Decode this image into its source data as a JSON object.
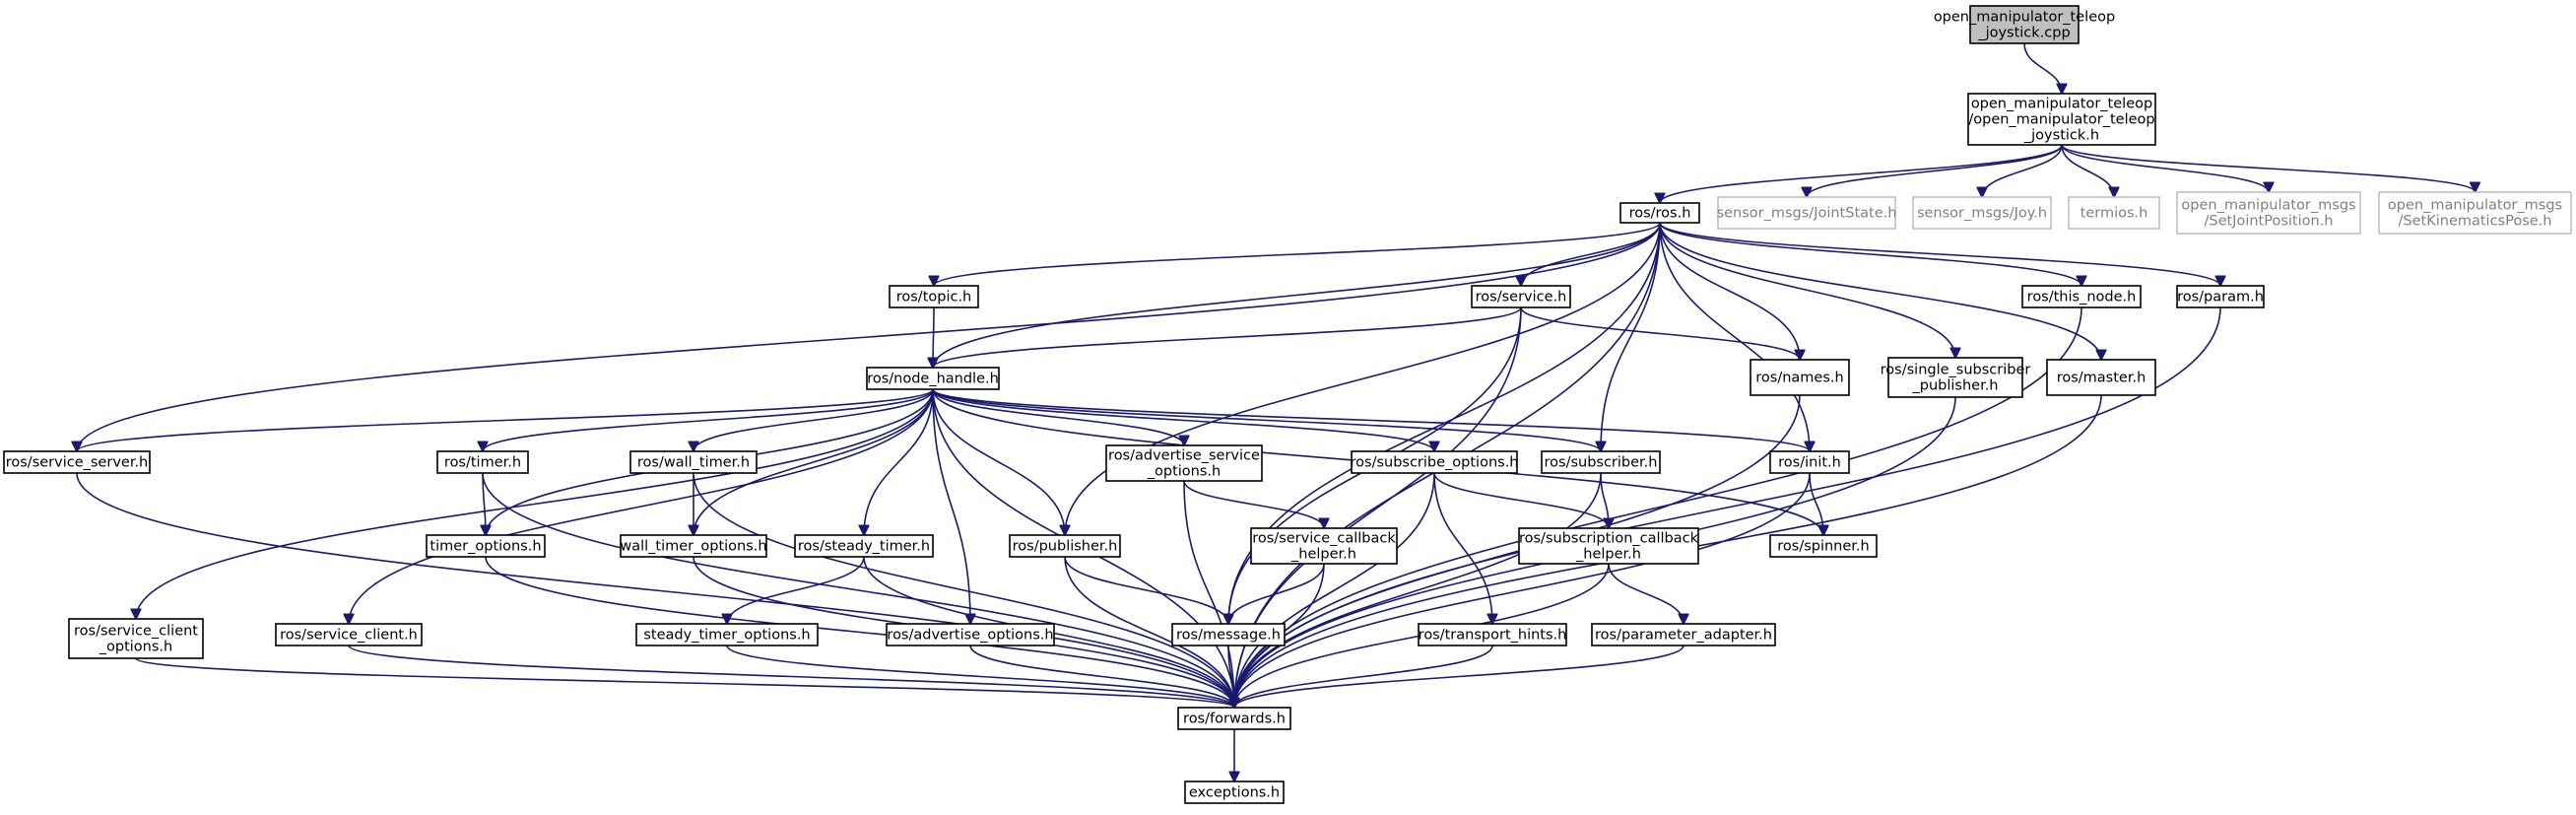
{
  "diagram": {
    "type": "include-dependency-graph",
    "colors": {
      "edge": "#191970",
      "node_border": "#000000",
      "external_border": "#bfbfbf",
      "root_fill": "#bfbfbf",
      "external_text": "#808080"
    },
    "nodes": [
      {
        "id": "root",
        "lines": [
          "open_manipulator_teleop",
          "_joystick.cpp"
        ],
        "kind": "root"
      },
      {
        "id": "joyh",
        "lines": [
          "open_manipulator_teleop",
          "/open_manipulator_teleop",
          "_joystick.h"
        ],
        "kind": "normal"
      },
      {
        "id": "rosh",
        "lines": [
          "ros/ros.h"
        ],
        "kind": "normal"
      },
      {
        "id": "jointstate",
        "lines": [
          "sensor_msgs/JointState.h"
        ],
        "kind": "external"
      },
      {
        "id": "joy",
        "lines": [
          "sensor_msgs/Joy.h"
        ],
        "kind": "external"
      },
      {
        "id": "termios",
        "lines": [
          "termios.h"
        ],
        "kind": "external"
      },
      {
        "id": "setjoint",
        "lines": [
          "open_manipulator_msgs",
          "/SetJointPosition.h"
        ],
        "kind": "external"
      },
      {
        "id": "setkin",
        "lines": [
          "open_manipulator_msgs",
          "/SetKinematicsPose.h"
        ],
        "kind": "external"
      },
      {
        "id": "topic",
        "lines": [
          "ros/topic.h"
        ],
        "kind": "normal"
      },
      {
        "id": "service",
        "lines": [
          "ros/service.h"
        ],
        "kind": "normal"
      },
      {
        "id": "thisnode",
        "lines": [
          "ros/this_node.h"
        ],
        "kind": "normal"
      },
      {
        "id": "param",
        "lines": [
          "ros/param.h"
        ],
        "kind": "normal"
      },
      {
        "id": "nodehandle",
        "lines": [
          "ros/node_handle.h"
        ],
        "kind": "normal"
      },
      {
        "id": "names",
        "lines": [
          "ros/names.h"
        ],
        "kind": "normal"
      },
      {
        "id": "ssp",
        "lines": [
          "ros/single_subscriber",
          "_publisher.h"
        ],
        "kind": "normal"
      },
      {
        "id": "master",
        "lines": [
          "ros/master.h"
        ],
        "kind": "normal"
      },
      {
        "id": "servserver",
        "lines": [
          "ros/service_server.h"
        ],
        "kind": "normal"
      },
      {
        "id": "timer",
        "lines": [
          "ros/timer.h"
        ],
        "kind": "normal"
      },
      {
        "id": "walltimer",
        "lines": [
          "ros/wall_timer.h"
        ],
        "kind": "normal"
      },
      {
        "id": "advservopts",
        "lines": [
          "ros/advertise_service",
          "_options.h"
        ],
        "kind": "normal"
      },
      {
        "id": "subopts",
        "lines": [
          "ros/subscribe_options.h"
        ],
        "kind": "normal"
      },
      {
        "id": "subscriber",
        "lines": [
          "ros/subscriber.h"
        ],
        "kind": "normal"
      },
      {
        "id": "init",
        "lines": [
          "ros/init.h"
        ],
        "kind": "normal"
      },
      {
        "id": "timeropts",
        "lines": [
          "timer_options.h"
        ],
        "kind": "normal"
      },
      {
        "id": "walltimeropts",
        "lines": [
          "wall_timer_options.h"
        ],
        "kind": "normal"
      },
      {
        "id": "steadytimer",
        "lines": [
          "ros/steady_timer.h"
        ],
        "kind": "normal"
      },
      {
        "id": "publisher",
        "lines": [
          "ros/publisher.h"
        ],
        "kind": "normal"
      },
      {
        "id": "servcallback",
        "lines": [
          "ros/service_callback",
          "_helper.h"
        ],
        "kind": "normal"
      },
      {
        "id": "subcallback",
        "lines": [
          "ros/subscription_callback",
          "_helper.h"
        ],
        "kind": "normal"
      },
      {
        "id": "spinner",
        "lines": [
          "ros/spinner.h"
        ],
        "kind": "normal"
      },
      {
        "id": "servclientopts",
        "lines": [
          "ros/service_client",
          "_options.h"
        ],
        "kind": "normal"
      },
      {
        "id": "servclient",
        "lines": [
          "ros/service_client.h"
        ],
        "kind": "normal"
      },
      {
        "id": "steadytimeropts",
        "lines": [
          "steady_timer_options.h"
        ],
        "kind": "normal"
      },
      {
        "id": "advopts",
        "lines": [
          "ros/advertise_options.h"
        ],
        "kind": "normal"
      },
      {
        "id": "message",
        "lines": [
          "ros/message.h"
        ],
        "kind": "normal"
      },
      {
        "id": "transporthints",
        "lines": [
          "ros/transport_hints.h"
        ],
        "kind": "normal"
      },
      {
        "id": "paramadapter",
        "lines": [
          "ros/parameter_adapter.h"
        ],
        "kind": "normal"
      },
      {
        "id": "forwards",
        "lines": [
          "ros/forwards.h"
        ],
        "kind": "normal"
      },
      {
        "id": "exceptions",
        "lines": [
          "exceptions.h"
        ],
        "kind": "normal"
      }
    ],
    "edges": [
      [
        "root",
        "joyh"
      ],
      [
        "joyh",
        "rosh"
      ],
      [
        "joyh",
        "jointstate"
      ],
      [
        "joyh",
        "joy"
      ],
      [
        "joyh",
        "termios"
      ],
      [
        "joyh",
        "setjoint"
      ],
      [
        "joyh",
        "setkin"
      ],
      [
        "rosh",
        "topic"
      ],
      [
        "rosh",
        "service"
      ],
      [
        "rosh",
        "thisnode"
      ],
      [
        "rosh",
        "param"
      ],
      [
        "rosh",
        "nodehandle"
      ],
      [
        "rosh",
        "names"
      ],
      [
        "rosh",
        "ssp"
      ],
      [
        "rosh",
        "master"
      ],
      [
        "rosh",
        "servserver"
      ],
      [
        "rosh",
        "publisher"
      ],
      [
        "rosh",
        "message"
      ],
      [
        "rosh",
        "subscriber"
      ],
      [
        "rosh",
        "init"
      ],
      [
        "rosh",
        "forwards"
      ],
      [
        "topic",
        "nodehandle"
      ],
      [
        "service",
        "nodehandle"
      ],
      [
        "service",
        "names"
      ],
      [
        "service",
        "message"
      ],
      [
        "service",
        "forwards"
      ],
      [
        "thisnode",
        "forwards"
      ],
      [
        "param",
        "forwards"
      ],
      [
        "names",
        "forwards"
      ],
      [
        "ssp",
        "forwards"
      ],
      [
        "master",
        "forwards"
      ],
      [
        "nodehandle",
        "servserver"
      ],
      [
        "nodehandle",
        "servclientopts"
      ],
      [
        "nodehandle",
        "forwards"
      ],
      [
        "nodehandle",
        "servclient"
      ],
      [
        "nodehandle",
        "timer"
      ],
      [
        "nodehandle",
        "timeropts"
      ],
      [
        "nodehandle",
        "walltimer"
      ],
      [
        "nodehandle",
        "walltimeropts"
      ],
      [
        "nodehandle",
        "steadytimer"
      ],
      [
        "nodehandle",
        "advopts"
      ],
      [
        "nodehandle",
        "publisher"
      ],
      [
        "nodehandle",
        "advservopts"
      ],
      [
        "nodehandle",
        "subopts"
      ],
      [
        "nodehandle",
        "subscriber"
      ],
      [
        "nodehandle",
        "init"
      ],
      [
        "nodehandle",
        "spinner"
      ],
      [
        "servserver",
        "forwards"
      ],
      [
        "servclientopts",
        "forwards"
      ],
      [
        "servclient",
        "forwards"
      ],
      [
        "timer",
        "timeropts"
      ],
      [
        "timer",
        "forwards"
      ],
      [
        "timeropts",
        "forwards"
      ],
      [
        "walltimer",
        "walltimeropts"
      ],
      [
        "walltimer",
        "forwards"
      ],
      [
        "walltimeropts",
        "forwards"
      ],
      [
        "steadytimer",
        "steadytimeropts"
      ],
      [
        "steadytimer",
        "forwards"
      ],
      [
        "steadytimeropts",
        "forwards"
      ],
      [
        "advopts",
        "forwards"
      ],
      [
        "publisher",
        "message"
      ],
      [
        "publisher",
        "forwards"
      ],
      [
        "advservopts",
        "servcallback"
      ],
      [
        "advservopts",
        "forwards"
      ],
      [
        "servcallback",
        "message"
      ],
      [
        "servcallback",
        "forwards"
      ],
      [
        "subopts",
        "subcallback"
      ],
      [
        "subopts",
        "transporthints"
      ],
      [
        "subopts",
        "forwards"
      ],
      [
        "subscriber",
        "subcallback"
      ],
      [
        "subscriber",
        "forwards"
      ],
      [
        "subcallback",
        "paramadapter"
      ],
      [
        "subcallback",
        "forwards"
      ],
      [
        "init",
        "spinner"
      ],
      [
        "init",
        "forwards"
      ],
      [
        "message",
        "forwards"
      ],
      [
        "transporthints",
        "forwards"
      ],
      [
        "paramadapter",
        "forwards"
      ],
      [
        "forwards",
        "exceptions"
      ]
    ]
  }
}
